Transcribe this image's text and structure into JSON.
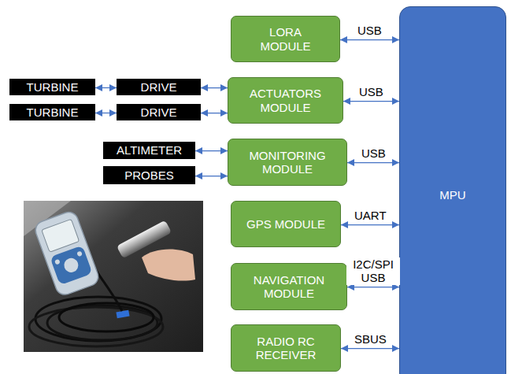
{
  "diagram": {
    "nodes": [
      {
        "text": [
          "LORA MODULE"
        ]
      },
      {
        "text": [
          "ACTUATORS MODULE"
        ]
      },
      {
        "text": [
          "MONITORING MODULE"
        ]
      },
      {
        "text": [
          "GPS MODULE"
        ]
      },
      {
        "text": [
          "NAVIGATION MODULE"
        ]
      },
      {
        "text": [
          "RADIO RC RECEIVER"
        ]
      },
      {
        "text": [
          "MPU"
        ]
      },
      {
        "text": [
          "TURBINE"
        ]
      },
      {
        "text": [
          "DRIVE"
        ]
      },
      {
        "text": [
          "TURBINE"
        ]
      },
      {
        "text": [
          "DRIVE"
        ]
      },
      {
        "text": [
          "ALTIMETER"
        ]
      },
      {
        "text": [
          "PROBES"
        ]
      }
    ],
    "edges": [
      {
        "from": 0,
        "to": 6,
        "label": "USB",
        "arrow": "both"
      },
      {
        "from": 1,
        "to": 6,
        "label": "USB",
        "arrow": "both"
      },
      {
        "from": 2,
        "to": 6,
        "label": "USB",
        "arrow": "both"
      },
      {
        "from": 3,
        "to": 6,
        "label": "UART",
        "arrow": "both"
      },
      {
        "from": 4,
        "to": 6,
        "label": "I2C/SPI USB",
        "arrow": "both"
      },
      {
        "from": 5,
        "to": 6,
        "label": "SBUS",
        "arrow": "both"
      },
      {
        "from": 7,
        "to": 8,
        "arrow": "both"
      },
      {
        "from": 8,
        "to": 1,
        "arrow": "both"
      },
      {
        "from": 9,
        "to": 10,
        "arrow": "both"
      },
      {
        "from": 10,
        "to": 1,
        "arrow": "both"
      },
      {
        "from": 11,
        "to": 2,
        "arrow": "both"
      },
      {
        "from": 12,
        "to": 2,
        "arrow": "both"
      }
    ]
  }
}
